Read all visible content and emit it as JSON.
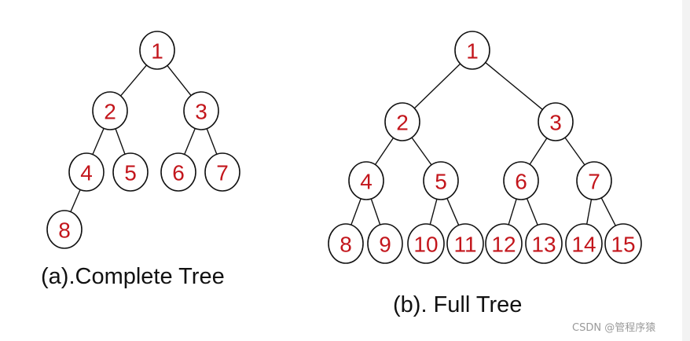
{
  "diagrams": [
    {
      "id": "complete",
      "caption": "(a).Complete Tree",
      "nodes": [
        {
          "id": "a1",
          "label": "1",
          "parent": null
        },
        {
          "id": "a2",
          "label": "2",
          "parent": "a1"
        },
        {
          "id": "a3",
          "label": "3",
          "parent": "a1"
        },
        {
          "id": "a4",
          "label": "4",
          "parent": "a2"
        },
        {
          "id": "a5",
          "label": "5",
          "parent": "a2"
        },
        {
          "id": "a6",
          "label": "6",
          "parent": "a3"
        },
        {
          "id": "a7",
          "label": "7",
          "parent": "a3"
        },
        {
          "id": "a8",
          "label": "8",
          "parent": "a4"
        }
      ]
    },
    {
      "id": "full",
      "caption": "(b). Full Tree",
      "nodes": [
        {
          "id": "b1",
          "label": "1",
          "parent": null
        },
        {
          "id": "b2",
          "label": "2",
          "parent": "b1"
        },
        {
          "id": "b3",
          "label": "3",
          "parent": "b1"
        },
        {
          "id": "b4",
          "label": "4",
          "parent": "b2"
        },
        {
          "id": "b5",
          "label": "5",
          "parent": "b2"
        },
        {
          "id": "b6",
          "label": "6",
          "parent": "b3"
        },
        {
          "id": "b7",
          "label": "7",
          "parent": "b3"
        },
        {
          "id": "b8",
          "label": "8",
          "parent": "b4"
        },
        {
          "id": "b9",
          "label": "9",
          "parent": "b4"
        },
        {
          "id": "b10",
          "label": "10",
          "parent": "b5"
        },
        {
          "id": "b11",
          "label": "11",
          "parent": "b5"
        },
        {
          "id": "b12",
          "label": "12",
          "parent": "b6"
        },
        {
          "id": "b13",
          "label": "13",
          "parent": "b6"
        },
        {
          "id": "b14",
          "label": "14",
          "parent": "b7"
        },
        {
          "id": "b15",
          "label": "15",
          "parent": "b7"
        }
      ]
    }
  ],
  "watermark": "CSDN @管程序猿",
  "colors": {
    "node_label": "#c3161c",
    "stroke": "#111111",
    "background": "#ffffff"
  }
}
